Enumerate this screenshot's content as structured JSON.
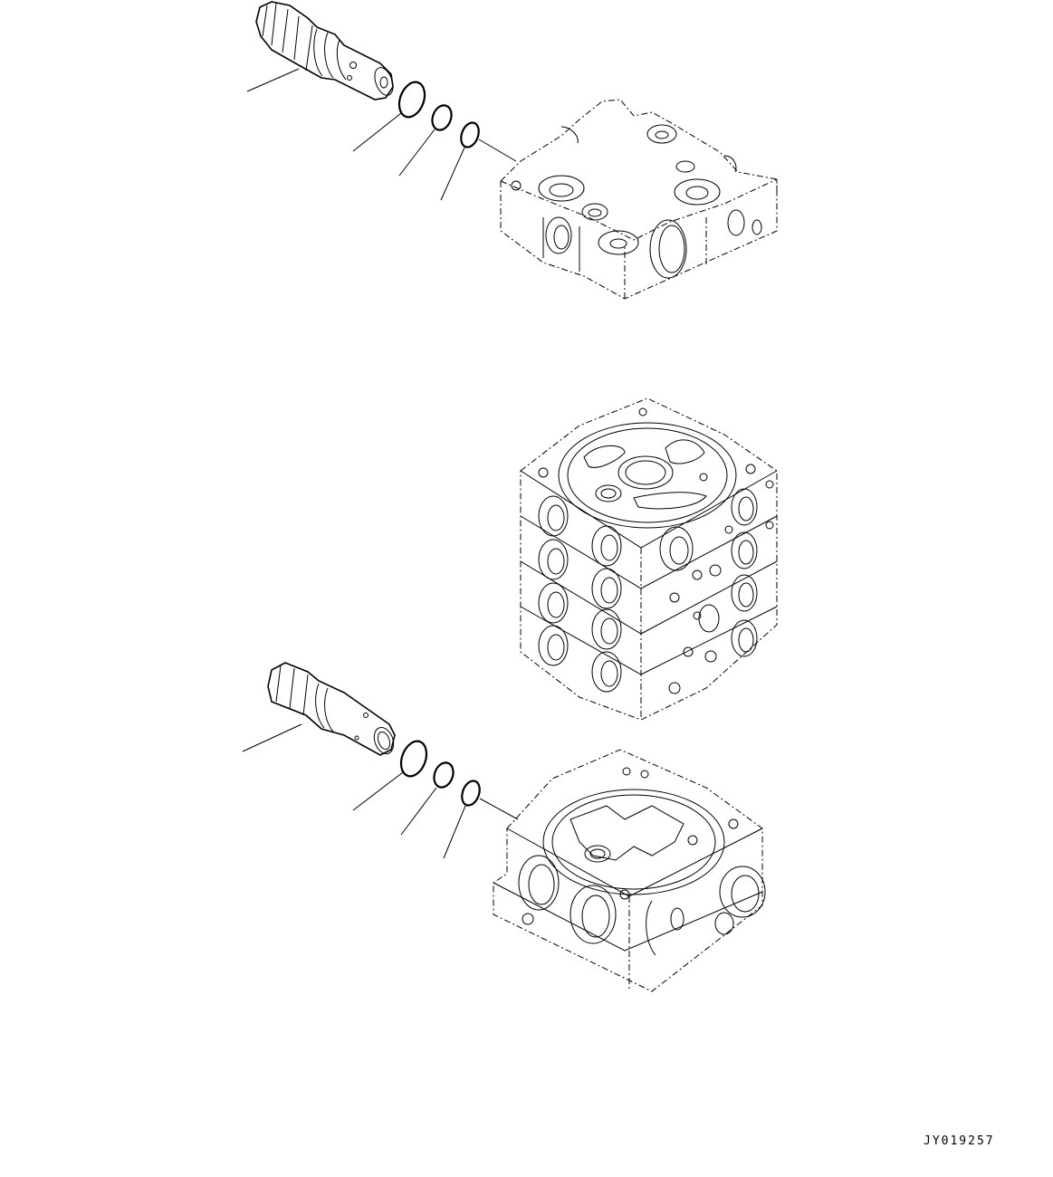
{
  "diagram": {
    "type": "exploded parts diagram",
    "reference_code": "JY019257",
    "groups": [
      {
        "name": "upper-valve-assembly",
        "parts": [
          "relief-valve-cartridge",
          "o-ring-large",
          "o-ring-medium",
          "o-ring-small",
          "valve-section-top"
        ]
      },
      {
        "name": "middle-valve-stack",
        "parts": [
          "valve-block-stack-4-sections"
        ]
      },
      {
        "name": "lower-valve-assembly",
        "parts": [
          "relief-valve-cartridge",
          "o-ring-large",
          "o-ring-medium",
          "o-ring-small",
          "valve-section-bottom"
        ]
      }
    ],
    "leader_lines": 8
  }
}
